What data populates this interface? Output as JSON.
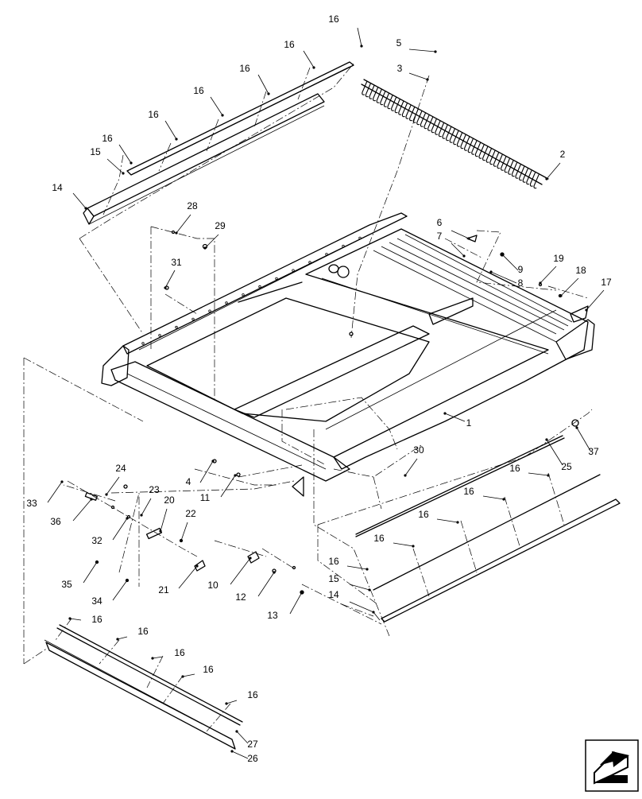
{
  "diagram": {
    "labels": [
      "16",
      "5",
      "3",
      "16",
      "16",
      "16",
      "16",
      "16",
      "2",
      "15",
      "14",
      "28",
      "29",
      "6",
      "7",
      "9",
      "8",
      "19",
      "18",
      "17",
      "31",
      "1",
      "30",
      "37",
      "25",
      "16",
      "16",
      "16",
      "16",
      "16",
      "15",
      "14",
      "24",
      "4",
      "11",
      "33",
      "23",
      "20",
      "36",
      "22",
      "32",
      "21",
      "10",
      "12",
      "35",
      "34",
      "13",
      "16",
      "16",
      "16",
      "16",
      "16",
      "27",
      "26"
    ]
  },
  "nav_icon": "next-page-arrow-icon"
}
